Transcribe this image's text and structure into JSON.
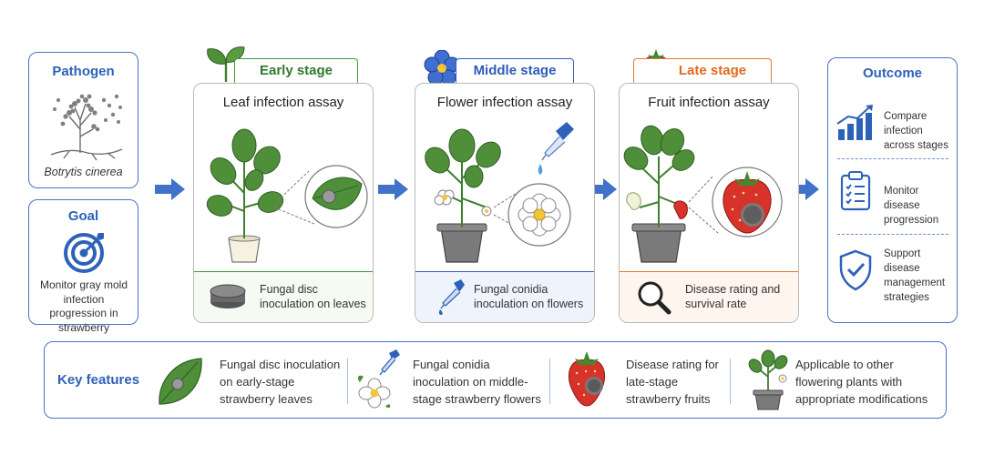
{
  "pathogen": {
    "title": "Pathogen",
    "name": "Botrytis cinerea"
  },
  "goal": {
    "title": "Goal",
    "description": "Monitor gray mold infection progression in strawberry"
  },
  "stages": [
    {
      "tab": "Early stage",
      "title": "Leaf infection assay",
      "footer": "Fungal disc inoculation on leaves",
      "color": "#3f9a3a",
      "tint": "#f5faf2"
    },
    {
      "tab": "Middle stage",
      "title": "Flower infection assay",
      "footer": "Fungal conidia inoculation on flowers",
      "color": "#2f62c4",
      "tint": "#eff4fc"
    },
    {
      "tab": "Late stage",
      "title": "Fruit infection assay",
      "footer": "Disease rating and survival rate",
      "color": "#e07a2e",
      "tint": "#fdf5ee"
    }
  ],
  "outcome": {
    "title": "Outcome",
    "items": [
      {
        "text": "Compare infection across stages",
        "icon": "bar-chart-icon"
      },
      {
        "text": "Monitor disease progression",
        "icon": "clipboard-checklist-icon"
      },
      {
        "text": "Support disease management strategies",
        "icon": "shield-check-icon"
      }
    ]
  },
  "key_features": {
    "title": "Key features",
    "items": [
      {
        "text": "Fungal disc inoculation on early-stage strawberry leaves",
        "icon": "leaf-disc-icon"
      },
      {
        "text": "Fungal conidia inoculation on middle-stage strawberry flowers",
        "icon": "flower-dropper-icon"
      },
      {
        "text": "Disease rating for late-stage strawberry fruits",
        "icon": "infected-strawberry-icon"
      },
      {
        "text": "Applicable to other flowering plants with appropriate modifications",
        "icon": "potted-plant-icon"
      }
    ]
  },
  "colors": {
    "accent_blue": "#2d62b8",
    "border_blue": "#4a74c4",
    "leaf_green": "#4f8f3a",
    "strawberry_red": "#d8332b",
    "mold_gray": "#7a7a7a"
  }
}
